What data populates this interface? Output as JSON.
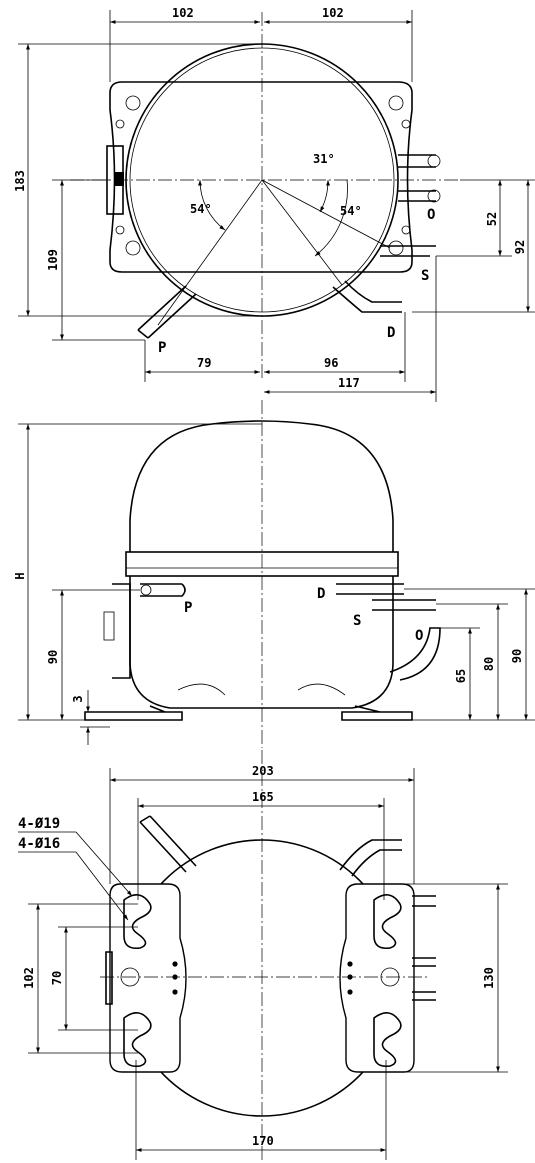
{
  "top_view": {
    "dims": {
      "half_width_left": "102",
      "half_width_right": "102",
      "overall_height": "183",
      "height_109": "109",
      "port_p_offset": "79",
      "port_d_offset": "96",
      "port_s_offset": "117",
      "height_52": "52",
      "height_92": "92",
      "angle_31": "31°",
      "angle_54_left": "54°",
      "angle_54_right": "54°"
    },
    "labels": {
      "p": "P",
      "d": "D",
      "s": "S",
      "o": "O"
    }
  },
  "side_view": {
    "dims": {
      "total_height": "H",
      "height_90_left": "90",
      "foot_3": "3",
      "height_65": "65",
      "height_80": "80",
      "height_90_right": "90"
    },
    "labels": {
      "p": "P",
      "d": "D",
      "s": "S",
      "o": "O"
    }
  },
  "bottom_view": {
    "dims": {
      "overall_width": "203",
      "hole_spacing_top": "165",
      "hole_spacing_bottom": "170",
      "height_102": "102",
      "height_70": "70",
      "height_130": "130"
    },
    "hole_callouts": {
      "large": "4-Ø19",
      "small": "4-Ø16"
    }
  }
}
